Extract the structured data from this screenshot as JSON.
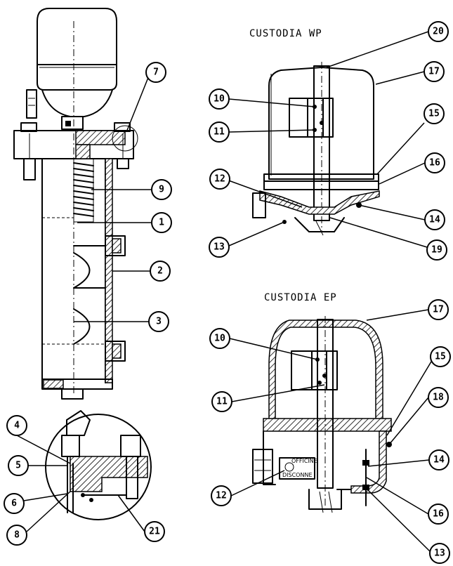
{
  "titles": {
    "wp": "CUSTODIA  WP",
    "ep": "CUSTODIA  EP"
  },
  "nameplate": {
    "line1": "OFFICINE",
    "line2": "DISCONNE"
  },
  "callouts": {
    "c1": "1",
    "c2": "2",
    "c3": "3",
    "c4": "4",
    "c5": "5",
    "c6": "6",
    "c7": "7",
    "c8": "8",
    "c9": "9",
    "c10a": "10",
    "c11a": "11",
    "c12a": "12",
    "c13a": "13",
    "c14a": "14",
    "c15a": "15",
    "c16a": "16",
    "c17a": "17",
    "c19": "19",
    "c20": "20",
    "c10b": "10",
    "c11b": "11",
    "c12b": "12",
    "c13b": "13",
    "c14b": "14",
    "c15b": "15",
    "c16b": "16",
    "c17b": "17",
    "c18": "18",
    "c21": "21"
  }
}
